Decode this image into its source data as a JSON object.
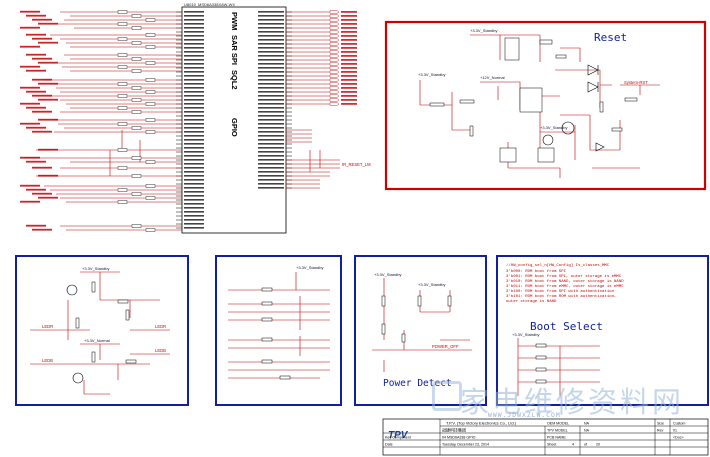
{
  "sheet": {
    "ic_ref": "U8010",
    "ic_part": "MSD6A338XAW-W4",
    "ic_block_labels": [
      "PWM",
      "SAR SPI",
      "SQL2",
      "GPIO"
    ]
  },
  "panels": {
    "reset": {
      "title": "Reset"
    },
    "power_detect": {
      "title": "Power Detect"
    },
    "boot_select": {
      "title": "Boot Select"
    }
  },
  "net_labels": {
    "stby_1": "+3.3V_Standby",
    "stby_2": "+3.3V_Standby",
    "stby_3": "+3.3V_Standby",
    "stby_4": "+3.3V_Standby",
    "normal_1": "+3.3V_Normal",
    "normal_2": "+12V_Normal",
    "system_rst": "System-RST",
    "power_off": "POWER_OFF",
    "ledr": "LEDR",
    "ledb": "LEDB",
    "ir_reset_lm": "IR_RESET_LM"
  },
  "boot_select_notes": [
    "//HW_config_sel_n[HW_Config] Is_classes_MMC",
    "3'b000: ROM boot from SPI",
    "3'b001: ROM boot from SPI, outer storage is eMMC",
    "3'b010: ROM boot from NAND, outer storage is NAND",
    "3'b011: ROM boot from eMMC, outer storage is eMMC",
    "3'b100: ROM boot from SPI with authentication",
    "3'b101: ROM boot from ROM with authentication,",
    "outer storage is NAND"
  ],
  "title_block": {
    "company": "T.P.V. (Top Victory Electronics Co., Ltd.)",
    "company_cn": "冠捷科技集团",
    "logo": "TPV",
    "oem_model_label": "OEM MODEL",
    "oem_model_value": "NA",
    "tpv_model_label": "TPV MODEL",
    "tpv_model_value": "NA",
    "key_component_label": "Key Component",
    "key_component_value": "04 MSD6A338 GPIO",
    "pcb_name_label": "PCB NAME",
    "date_label": "Date",
    "date_value": "Tuesday, December 23, 2014",
    "sheet_label": "Sheet",
    "sheet_value": "4",
    "of_label": "of",
    "of_value": "20",
    "size_label": "Size",
    "size_value": "Custom",
    "rev_label": "Rev",
    "rev_value": "01",
    "doc_label": "<Doc>"
  },
  "watermark": {
    "text": "家电维修资料网",
    "url": "WWW.JDWXZLW.COM"
  },
  "colors": {
    "wire": "#c00000",
    "panel_blue": "#1020a0",
    "panel_red": "#d00000",
    "text": "#111111"
  }
}
